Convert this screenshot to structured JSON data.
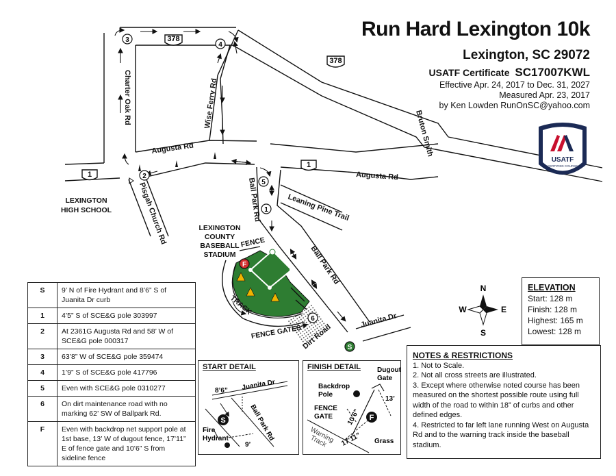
{
  "header": {
    "title": "Run Hard Lexington 10k",
    "location": "Lexington, SC 29072",
    "cert_label": "USATF Certificate",
    "cert_id": "SC17007KWL",
    "effective": "Effective Apr. 24, 2017 to Dec. 31, 2027",
    "measured": "Measured Apr. 23, 2017",
    "by": "by Ken Lowden RunOnSC@yahoo.com"
  },
  "logo": {
    "text": "USATF",
    "sub": "CERTIFIED COURSE",
    "colors": {
      "navy": "#1b2a55",
      "red": "#c8102e"
    }
  },
  "routes": {
    "us378": "378",
    "us1": "1"
  },
  "roads": {
    "charter_oak": "Charter Oak Rd",
    "wise_ferry": "Wise Ferry Rd",
    "augusta_left": "Augusta Rd",
    "augusta_right": "Augusta Rd",
    "bruton_smith": "Bruton Smith",
    "pisgah_church": "Pisgah Church Rd",
    "ball_park_upper": "Ball Park Rd",
    "ball_park_lower": "Ball Park Rd",
    "leaning_pine": "Leaning Pine Trail",
    "juanita": "Juanita Dr",
    "dirt_road": "Dirt Road"
  },
  "places": {
    "hs1": "LEXINGTON",
    "hs2": "HIGH SCHOOL",
    "st1": "LEXINGTON",
    "st2": "COUNTY",
    "st3": "BASEBALL",
    "st4": "STADIUM",
    "fence": "FENCE",
    "track": "TRACK",
    "fence_gates": "FENCE GATES"
  },
  "markers": {
    "m1": "1",
    "m2": "2",
    "m3": "3",
    "m4": "4",
    "m5": "5",
    "m6": "6",
    "start": "S",
    "finish": "F"
  },
  "marker_table": [
    {
      "key": "S",
      "desc": "9’ N of Fire Hydrant and 8’6” S of Juanita Dr curb"
    },
    {
      "key": "1",
      "desc": "4’5” S of SCE&G pole 303997"
    },
    {
      "key": "2",
      "desc": "At 2361G Augusta Rd and 58’ W of SCE&G pole 000317"
    },
    {
      "key": "3",
      "desc": "63’8” W of SCE&G pole 359474"
    },
    {
      "key": "4",
      "desc": "1’9” S of SCE&G pole 417796"
    },
    {
      "key": "5",
      "desc": "Even with SCE&G pole 0310277"
    },
    {
      "key": "6",
      "desc": "On dirt maintenance road with no marking  62’ SW of Ballpark Rd."
    },
    {
      "key": "F",
      "desc": "Even with backdrop net support pole at 1st base, 13’ W of dugout fence, 17’11” E of fence gate and 10’6” S from sideline fence"
    }
  ],
  "compass": {
    "n": "N",
    "s": "S",
    "e": "E",
    "w": "W"
  },
  "elevation": {
    "title": "ELEVATION",
    "start": "Start:   128 m",
    "finish": "Finish:  128 m",
    "highest": "Highest: 165 m",
    "lowest": "Lowest: 128 m"
  },
  "notes": {
    "title": "NOTES & RESTRICTIONS",
    "n1": "1. Not to Scale.",
    "n2": "2. Not all cross streets are illustrated.",
    "n3": "3. Except where otherwise noted course has been measured on the shortest possible route using full width of the road to within 18” of curbs and other defined edges.",
    "n4": "4. Restricted to far left lane running West on Augusta Rd and to the warning track inside the baseball stadium."
  },
  "start_detail": {
    "title": "START DETAIL",
    "dim_top": "8’6”",
    "road1": "Juanita Dr",
    "road2": "Ball Park Rd",
    "hydrant1": "Fire",
    "hydrant2": "Hydrant",
    "dim_bottom": "9’",
    "marker": "S"
  },
  "finish_detail": {
    "title": "FINISH DETAIL",
    "dugout1": "Dugout",
    "dugout2": "Gate",
    "pole1": "Backdrop",
    "pole2": "Pole",
    "gate1": "FENCE",
    "gate2": "GATE",
    "d13": "13’",
    "d106": "10’6”",
    "d1711": "17’11”",
    "warning1": "Warning",
    "warning2": "Track",
    "grass": "Grass",
    "marker": "F"
  }
}
